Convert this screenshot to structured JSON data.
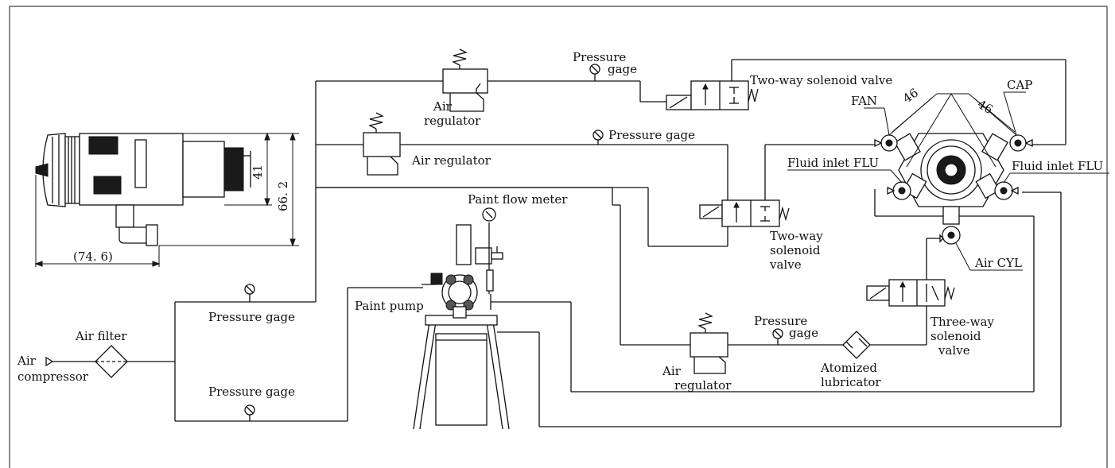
{
  "labels": {
    "air_compressor_1": "Air",
    "air_compressor_2": "compressor",
    "air_filter": "Air filter",
    "pressure_gage_upper": "Pressure gage",
    "pressure_gage_lower": "Pressure gage",
    "air_regulator_top_1": "Air",
    "air_regulator_top_2": "regulator",
    "pressure_gage_top_1": "Pressure",
    "pressure_gage_top_2": "gage",
    "two_way_valve_top": "Two-way solenoid valve",
    "air_regulator_mid": "Air regulator",
    "pressure_gage_mid": "Pressure gage",
    "paint_flow_meter": "Paint flow meter",
    "paint_pump": "Paint pump",
    "two_way_valve_mid_1": "Two-way",
    "two_way_valve_mid_2": "solenoid",
    "two_way_valve_mid_3": "valve",
    "air_regulator_bottom_1": "Air",
    "air_regulator_bottom_2": "regulator",
    "pressure_gage_bottom_1": "Pressure",
    "pressure_gage_bottom_2": "gage",
    "atomized_lubricator_1": "Atomized",
    "atomized_lubricator_2": "lubricator",
    "three_way_valve_1": "Three-way",
    "three_way_valve_2": "solenoid",
    "three_way_valve_3": "valve",
    "fan": "FAN",
    "cap": "CAP",
    "fluid_inlet_left": "Fluid inlet FLU",
    "fluid_inlet_right": "Fluid inlet FLU",
    "air_cyl": "Air CYL"
  },
  "dimensions": {
    "height_41": "41",
    "height_66": "66. 2",
    "length_74": "(74. 6)",
    "angle_left": "46",
    "angle_right": "46"
  },
  "colors": {
    "line": "#111111",
    "background": "#ffffff"
  }
}
